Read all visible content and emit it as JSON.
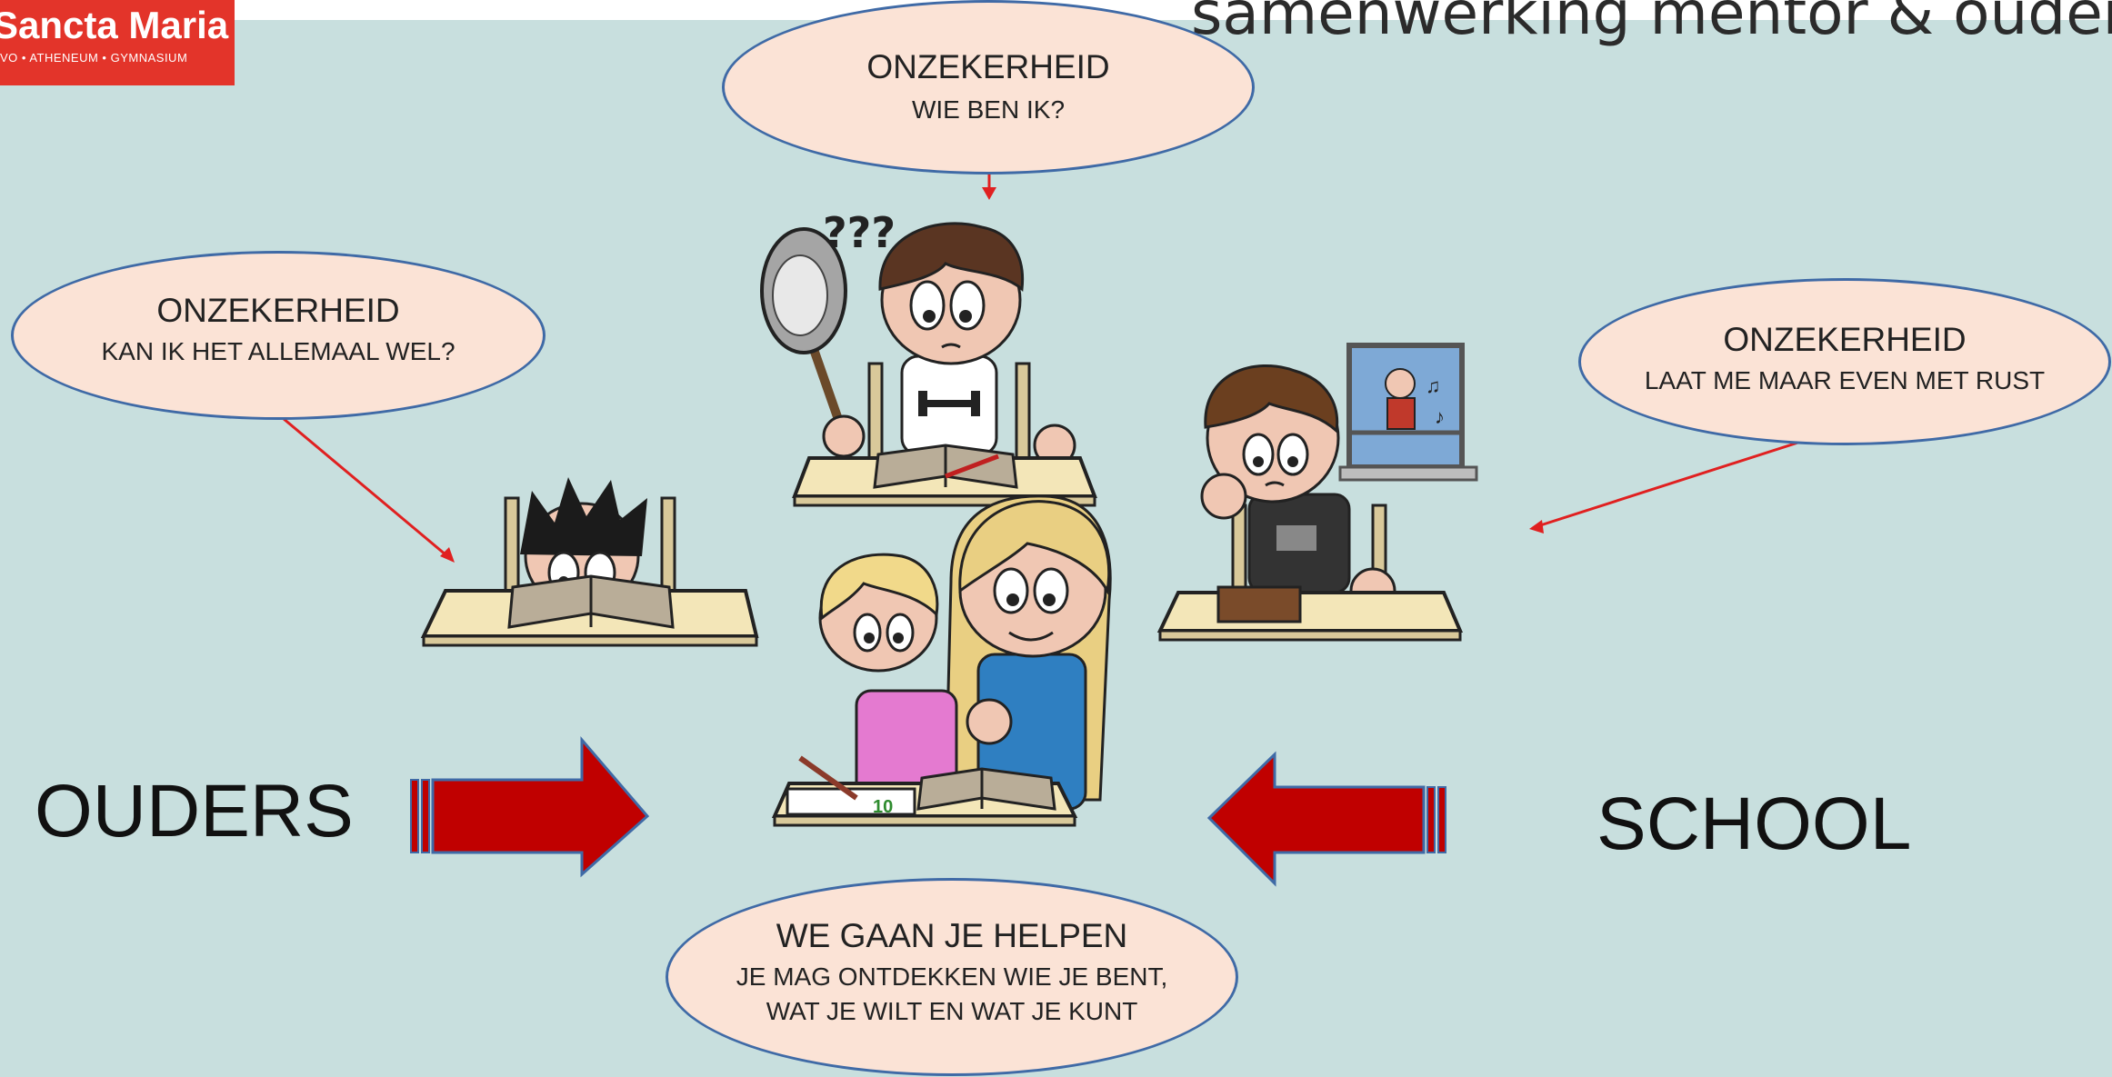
{
  "header": {
    "logo_name": "Sancta Maria",
    "logo_sub": "VO • ATHENEUM • GYMNASIUM",
    "title": "samenwerking mentor & ouders"
  },
  "bubbles": {
    "top": {
      "heading": "ONZEKERHEID",
      "sub": "WIE BEN IK?"
    },
    "left": {
      "heading": "ONZEKERHEID",
      "sub": "KAN IK HET ALLEMAAL WEL?"
    },
    "right": {
      "heading": "ONZEKERHEID",
      "sub": "LAAT ME MAAR EVEN MET RUST"
    },
    "bottom": {
      "heading": "WE GAAN JE HELPEN",
      "line1": "JE MAG ONTDEKKEN WIE JE BENT,",
      "line2": "WAT JE WILT EN WAT JE KUNT"
    }
  },
  "labels": {
    "left": "OUDERS",
    "right": "SCHOOL"
  },
  "colors": {
    "background": "#c8dfde",
    "bubble_fill": "#fbe3d6",
    "bubble_border": "#3f6aa6",
    "arrow": "#c00000",
    "logo": "#e3342a",
    "pointer": "#e02020"
  },
  "illustration": {
    "question_marks": "???",
    "notebook_number": "10"
  }
}
